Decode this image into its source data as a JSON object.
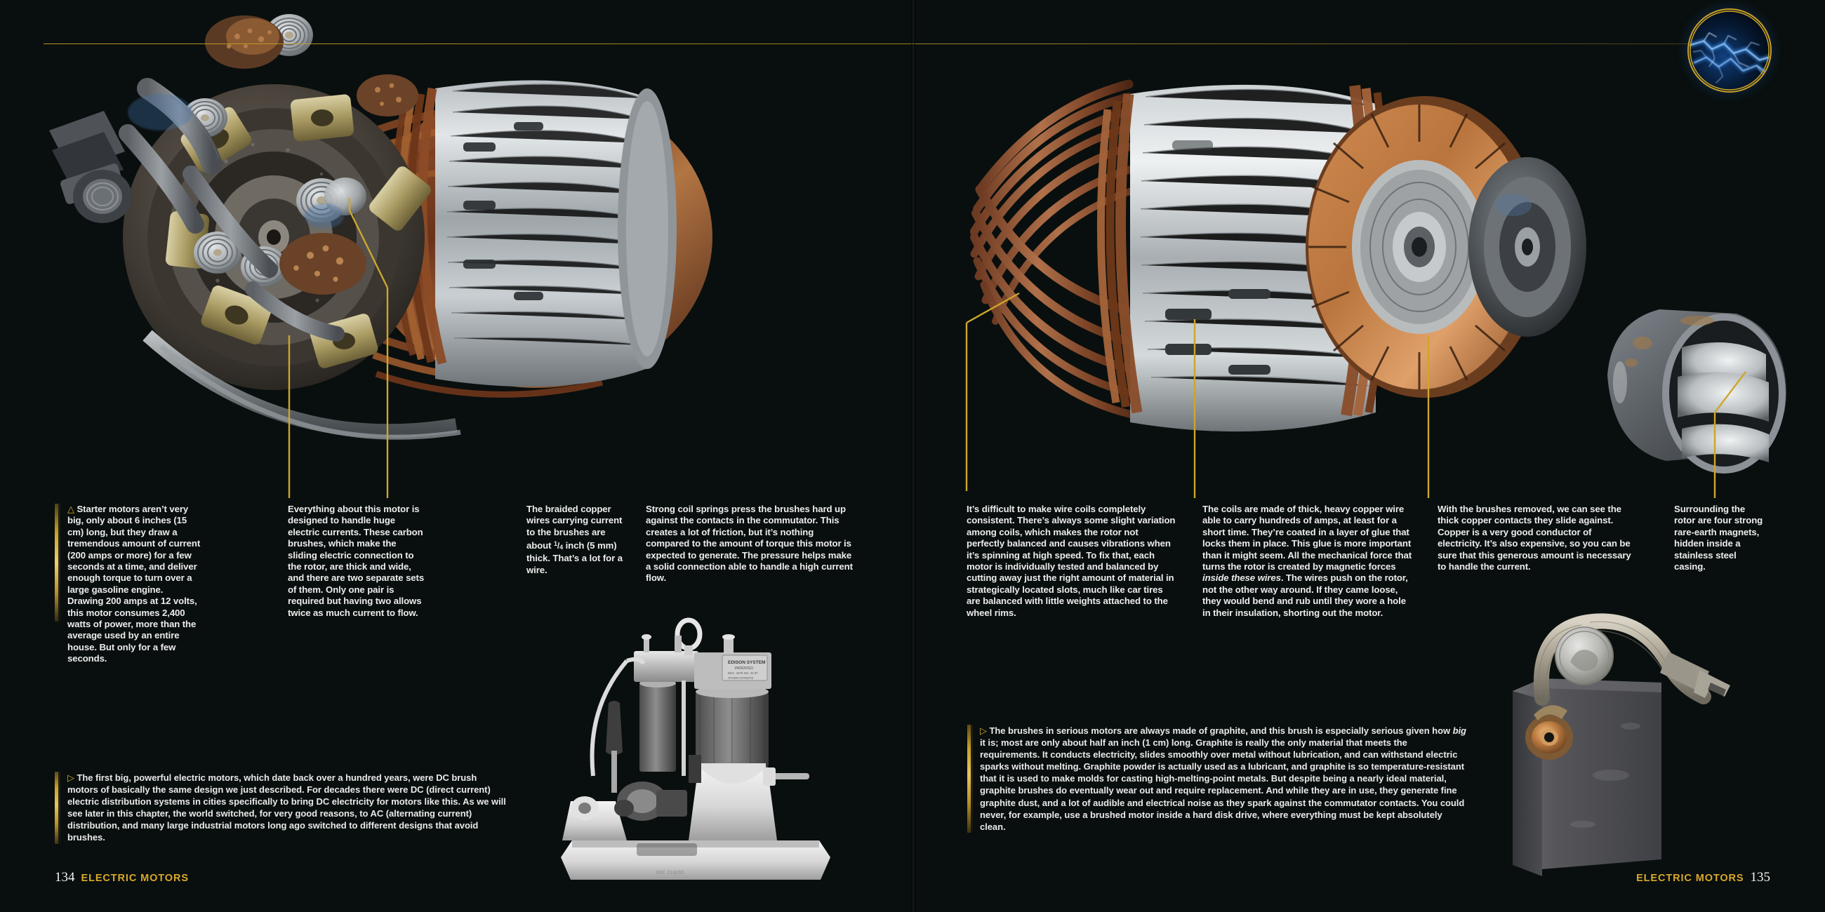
{
  "book": {
    "background_color": "#090f0e",
    "accent_gold": "#c9a227",
    "text_color": "#ececec"
  },
  "badge": {
    "name": "electric-arc-badge",
    "rim_color": "#c9a227",
    "arc_color": "#4da3ff"
  },
  "captions": [
    {
      "id": "starter-motor-size",
      "marker": "△",
      "text": "Starter motors aren’t very big, only about 6 inches (15 cm) long, but they draw a tremendous amount of current (200 amps or more) for a few seconds at a time, and deliver enough torque to turn over a large gasoline engine. Drawing 200 amps at 12 volts, this motor consumes 2,400 watts of power, more than the average used by an entire house. But only for a few seconds."
    },
    {
      "id": "carbon-brushes",
      "marker": "",
      "text": "Everything about this motor is designed to handle huge electric currents. These carbon brushes, which make the sliding electric connection to the rotor, are thick and wide, and there are two separate sets of them. Only one pair is required but having two allows twice as much current to flow."
    },
    {
      "id": "braided-copper-wires",
      "marker": "",
      "text_before": "The braided copper wires carrying current to the brushes are about ",
      "fraction_num": "1",
      "fraction_den": "4",
      "text_after": " inch (5 mm) thick. That’s a lot for a wire."
    },
    {
      "id": "coil-springs",
      "marker": "",
      "text": "Strong coil springs press the brushes hard up against the contacts in the commutator. This creates a lot of friction, but it’s nothing compared to the amount of torque this motor is expected to generate. The pressure helps make a solid connection able to handle a high current flow."
    },
    {
      "id": "coil-consistency-balancing",
      "marker": "",
      "text": "It’s difficult to make wire coils completely consistent. There’s always some slight variation among coils, which makes the rotor not perfectly balanced and causes vibrations when it’s spinning at high speed. To fix that, each motor is individually tested and balanced by cutting away just the right amount of material in strategically located slots, much like car tires are balanced with little weights attached to the wheel rims."
    },
    {
      "id": "coil-glue",
      "marker": "",
      "text_part1": "The coils are made of thick, heavy copper wire able to carry hundreds of amps, at least for a short time. They’re coated in a layer of glue that locks them in place. This glue is more important than it might seem. All the mechanical force that turns the rotor is created by magnetic forces ",
      "italic": "inside these wires",
      "text_part2": ". The wires push on the rotor, not the other way around. If they came loose, they would bend and rub until they wore a hole in their insulation, shorting out the motor."
    },
    {
      "id": "copper-contacts",
      "marker": "",
      "text": "With the brushes removed, we can see the thick copper contacts they slide against. Copper is a very good conductor of electricity. It’s also expensive, so you can be sure that this generous amount is necessary to handle the current."
    },
    {
      "id": "rare-earth-magnets",
      "marker": "",
      "text": "Surrounding the rotor are four strong rare-earth magnets, hidden inside a stainless steel casing."
    }
  ],
  "body_blocks": [
    {
      "id": "dc-brush-motors-history",
      "marker": "▷",
      "text": "The first big, powerful electric motors, which date back over a hundred years, were DC brush motors of basically the same design we just described. For decades there were DC (direct current) electric distribution systems in cities specifically to bring DC electricity for motors like this. As we will see later in this chapter, the world switched, for very good reasons, to AC (alternating current) distribution, and many large industrial motors long ago switched to different designs that avoid brushes."
    },
    {
      "id": "graphite-brushes",
      "marker": "▷",
      "text_part1": "The brushes in serious motors are always made of graphite, and this brush is especially serious given how ",
      "italic": "big",
      "text_part2": " it is; most are only about half an inch (1 cm) long. Graphite is really the only material that meets the requirements. It conducts electricity, slides smoothly over metal without lubrication, and can withstand electric sparks without melting. Graphite powder is actually used as a lubricant, and graphite is so temperature-resistant that it is used to make molds for casting high-melting-point metals. But despite being a nearly ideal material, graphite brushes do eventually wear out and require replacement. And while they are in use, they generate fine graphite dust, and a lot of audible and electrical noise as they spark against the commutator contacts. You could never, for example, use a brushed motor inside a hard disk drive, where everything must be kept absolutely clean."
    }
  ],
  "footers": {
    "left": {
      "page_number": "134",
      "chapter": "ELECTRIC MOTORS"
    },
    "right": {
      "page_number": "135",
      "chapter": "ELECTRIC MOTORS"
    }
  },
  "photos": [
    {
      "id": "starter-motor-cutaway",
      "caption_ref": "left page main photo"
    },
    {
      "id": "rotor-armature",
      "caption_ref": "right page main photo"
    },
    {
      "id": "magnet-ring",
      "caption_ref": "right page small photo"
    },
    {
      "id": "edison-system-motor",
      "caption_ref": "bottom center vintage photo"
    },
    {
      "id": "graphite-brush-with-coin",
      "caption_ref": "bottom right photo"
    }
  ]
}
